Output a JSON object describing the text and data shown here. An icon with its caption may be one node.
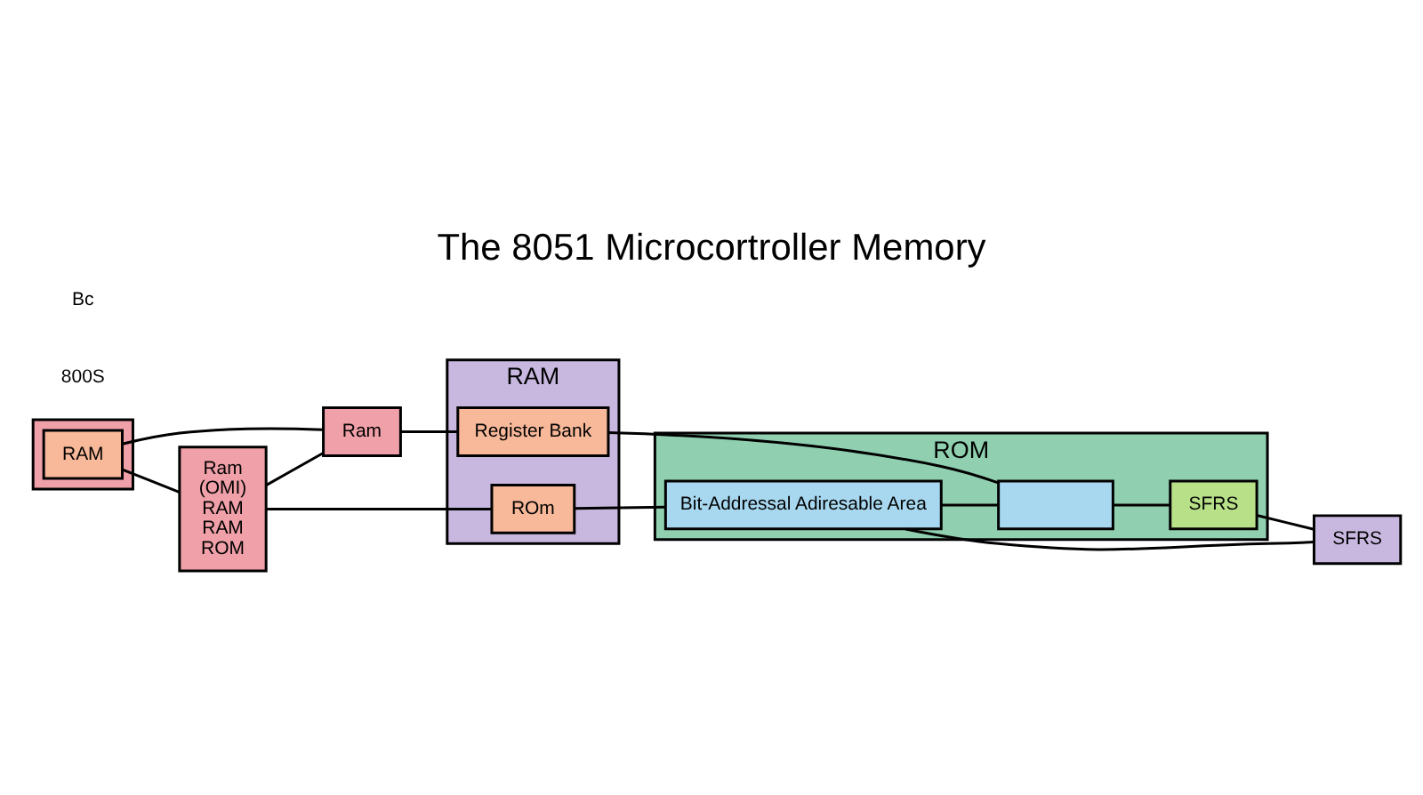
{
  "diagram": {
    "title": "The 8051 Microcortroller Memory",
    "nodes": [
      {
        "text": [],
        "shape": "box"
      },
      {
        "text": [
          "RAM"
        ],
        "in": 0
      },
      {
        "text": [
          "Ram",
          "(OMI)",
          "RAM",
          "RAM",
          "ROM"
        ]
      },
      {
        "text": [
          "Ram"
        ]
      },
      {
        "text": [
          "RAM"
        ]
      },
      {
        "text": [
          "ROm"
        ],
        "in": 4
      },
      {
        "text": [
          "Register Bank"
        ],
        "in": 4
      },
      {
        "text": [
          "ROM"
        ]
      },
      {
        "text": [
          "Bit-Addressal Adiresable Area"
        ],
        "in": 7
      },
      {
        "text": [],
        "shape": "box",
        "in": 7
      },
      {
        "text": [
          "SFRS"
        ],
        "in": 7
      },
      {
        "text": [
          "SFRS"
        ]
      }
    ],
    "edges": [
      {
        "from": 1,
        "to": 2,
        "arrow": "none"
      },
      {
        "from": 1,
        "to": 3,
        "arrow": "none"
      },
      {
        "from": 2,
        "to": 3,
        "arrow": "none"
      },
      {
        "from": 2,
        "to": 5,
        "arrow": "none"
      },
      {
        "from": 3,
        "to": 6,
        "arrow": "none"
      },
      {
        "from": 5,
        "to": 8,
        "arrow": "none"
      },
      {
        "from": 6,
        "to": 9,
        "arrow": "none"
      },
      {
        "from": 8,
        "to": 9,
        "arrow": "none"
      },
      {
        "from": 9,
        "to": 10,
        "arrow": "none"
      },
      {
        "from": 8,
        "to": 11,
        "arrow": "none"
      },
      {
        "from": 10,
        "to": 11,
        "arrow": "none"
      }
    ],
    "labels": [
      "800S",
      "Bc"
    ]
  }
}
